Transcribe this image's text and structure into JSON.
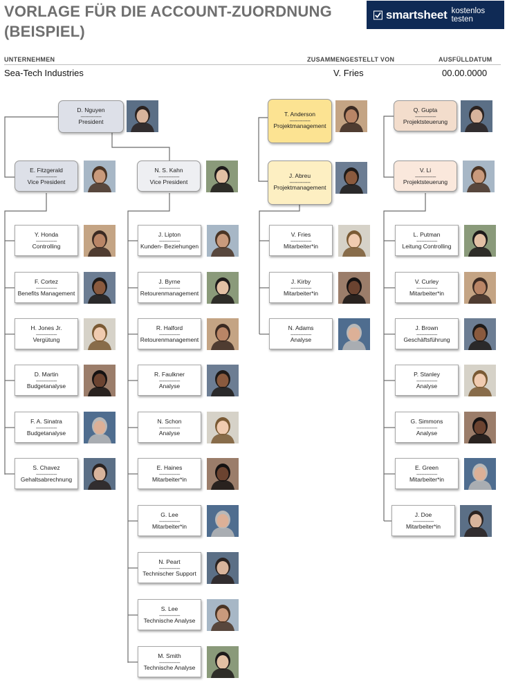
{
  "header": {
    "title": "VORLAGE FÜR DIE ACCOUNT-ZUORDNUNG (BEISPIEL)",
    "logo_brand": "smartsheet",
    "logo_cta": "kostenlos testen",
    "company_label": "UNTERNEHMEN",
    "company_value": "Sea-Tech Industries",
    "compiled_label": "ZUSAMMENGESTELLT VON",
    "compiled_value": "V. Fries",
    "date_label": "AUSFÜLLDATUM",
    "date_value": "00.00.0000"
  },
  "dash": "-------------",
  "colors": {
    "logo_bg": "#0f2a55",
    "lead_gray": "#dde0e8",
    "lead_yellow": "#fce392",
    "lead_peach": "#f3ddcc",
    "connector": "#6b6b6b"
  },
  "nodes": [
    {
      "id": "nguyen",
      "name": "D. Nguyen",
      "role": "President",
      "style": "n-gray"
    },
    {
      "id": "fitzgerald",
      "name": "E. Fitzgerald",
      "role": "Vice President",
      "style": "n-gray"
    },
    {
      "id": "kahn",
      "name": "N. S. Kahn",
      "role": "Vice President",
      "style": "n-light"
    },
    {
      "id": "honda",
      "name": "Y. Honda",
      "role": "Controlling",
      "style": "emp"
    },
    {
      "id": "cortez",
      "name": "F. Cortez",
      "role": "Benefits Management",
      "style": "emp"
    },
    {
      "id": "jones",
      "name": "H. Jones Jr.",
      "role": "Vergütung",
      "style": "emp"
    },
    {
      "id": "martin",
      "name": "D. Martin",
      "role": "Budgetanalyse",
      "style": "emp"
    },
    {
      "id": "sinatra",
      "name": "F. A. Sinatra",
      "role": "Budgetanalyse",
      "style": "emp"
    },
    {
      "id": "chavez",
      "name": "S. Chavez",
      "role": "Gehaltsabrechnung",
      "style": "emp"
    },
    {
      "id": "lipton",
      "name": "J. Lipton",
      "role": "Kunden- Beziehungen",
      "style": "emp"
    },
    {
      "id": "byrne",
      "name": "J. Byrne",
      "role": "Retourenmanagement",
      "style": "emp"
    },
    {
      "id": "halford",
      "name": "R. Halford",
      "role": "Retourenmanagement",
      "style": "emp"
    },
    {
      "id": "faulkner",
      "name": "R. Faulkner",
      "role": "Analyse",
      "style": "emp"
    },
    {
      "id": "schon",
      "name": "N. Schon",
      "role": "Analyse",
      "style": "emp"
    },
    {
      "id": "haines",
      "name": "E. Haines",
      "role": "Mitarbeiter*in",
      "style": "emp"
    },
    {
      "id": "glee",
      "name": "G. Lee",
      "role": "Mitarbeiter*in",
      "style": "emp"
    },
    {
      "id": "peart",
      "name": "N. Peart",
      "role": "Technischer Support",
      "style": "emp"
    },
    {
      "id": "slee",
      "name": "S. Lee",
      "role": "Technische Analyse",
      "style": "emp"
    },
    {
      "id": "smith",
      "name": "M. Smith",
      "role": "Technische Analyse",
      "style": "emp"
    },
    {
      "id": "anderson",
      "name": "T. Anderson",
      "role": "Projektmanagement",
      "style": "n-yellow"
    },
    {
      "id": "abreu",
      "name": "J. Abreu",
      "role": "Projektmanagement",
      "style": "n-lyellow"
    },
    {
      "id": "fries",
      "name": "V. Fries",
      "role": "Mitarbeiter*in",
      "style": "emp"
    },
    {
      "id": "kirby",
      "name": "J. Kirby",
      "role": "Mitarbeiter*in",
      "style": "emp"
    },
    {
      "id": "adams",
      "name": "N. Adams",
      "role": "Analyse",
      "style": "emp"
    },
    {
      "id": "gupta",
      "name": "Q. Gupta",
      "role": "Projektsteuerung",
      "style": "n-peach"
    },
    {
      "id": "vli",
      "name": "V. Li",
      "role": "Projektsteuerung",
      "style": "n-lpeach"
    },
    {
      "id": "putman",
      "name": "L. Putman",
      "role": "Leitung Controlling",
      "style": "emp"
    },
    {
      "id": "curley",
      "name": "V. Curley",
      "role": "Mitarbeiter*in",
      "style": "emp"
    },
    {
      "id": "brown",
      "name": "J. Brown",
      "role": "Geschäftsführung",
      "style": "emp"
    },
    {
      "id": "stanley",
      "name": "P. Stanley",
      "role": "Analyse",
      "style": "emp"
    },
    {
      "id": "simmons",
      "name": "G. Simmons",
      "role": "Analyse",
      "style": "emp"
    },
    {
      "id": "green",
      "name": "E. Green",
      "role": "Mitarbeiter*in",
      "style": "emp"
    },
    {
      "id": "doe",
      "name": "J. Doe",
      "role": "Mitarbeiter*in",
      "style": "emp"
    }
  ]
}
